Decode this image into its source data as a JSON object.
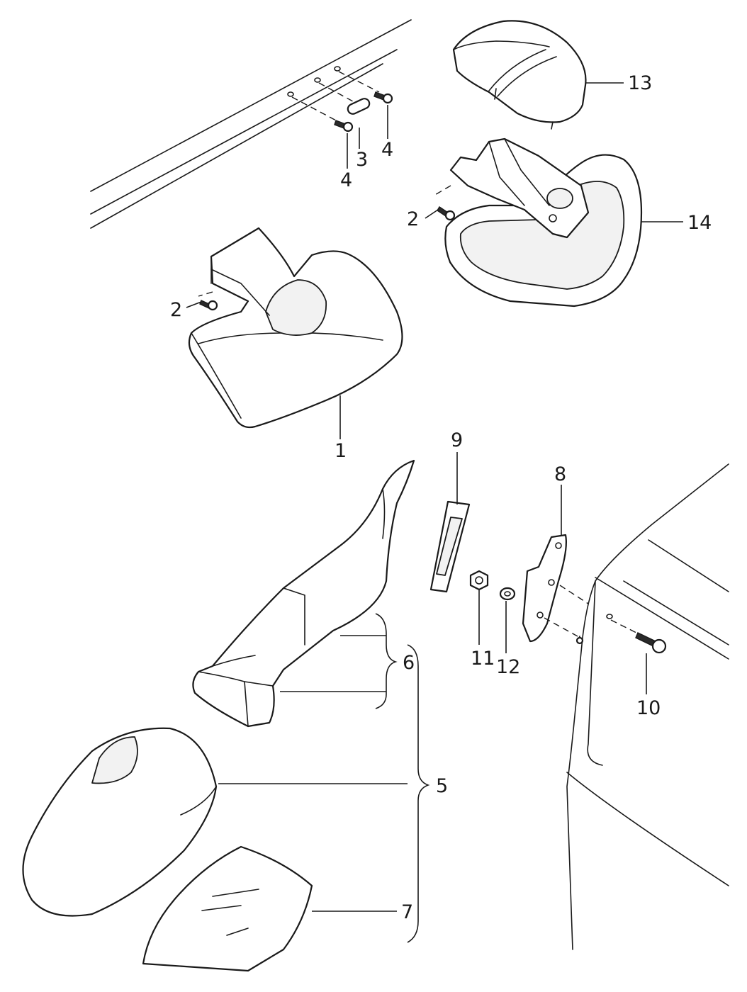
{
  "callouts": {
    "c1": "1",
    "c2a": "2",
    "c2b": "2",
    "c3": "3",
    "c4a": "4",
    "c4b": "4",
    "c5": "5",
    "c6": "6",
    "c7": "7",
    "c8": "8",
    "c9": "9",
    "c10": "10",
    "c11": "11",
    "c12": "12",
    "c13": "13",
    "c14": "14"
  }
}
